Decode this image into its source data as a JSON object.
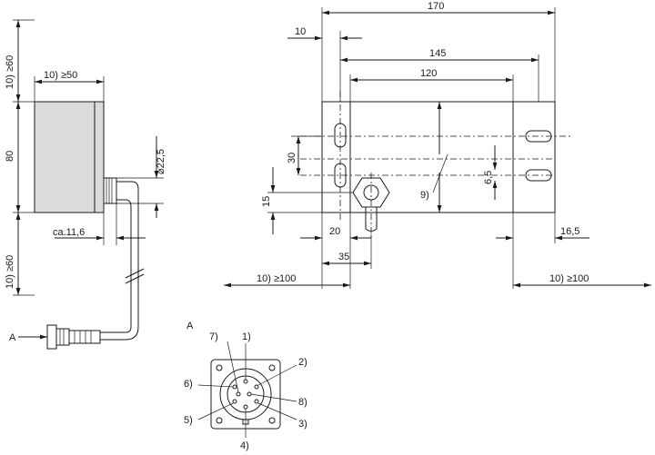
{
  "side_view": {
    "dim_top_height": "10) ≥60",
    "dim_width": "10) ≥50",
    "dim_body_height": "80",
    "dim_bottom_height": "10) ≥60",
    "dim_cable_diameter": "⌀22,5",
    "dim_gland_length": "ca.11,6",
    "connector_label": "A"
  },
  "front_view": {
    "dim_overall": "170",
    "dim_hole_offset": "10",
    "dim_hole_pitch": "145",
    "dim_inner": "120",
    "dim_slot_spacing": "30",
    "dim_bottom_offset": "15",
    "dim_gland_left": "20",
    "dim_gland_center": "35",
    "dim_slot_width": "6,5",
    "dim_right_margin": "16,5",
    "callout_9": "9)",
    "dim_left_clearance": "10) ≥100",
    "dim_right_clearance": "10) ≥100"
  },
  "connector_view": {
    "title": "A",
    "pins": [
      "1)",
      "2)",
      "3)",
      "4)",
      "5)",
      "6)",
      "7)",
      "8)"
    ]
  }
}
